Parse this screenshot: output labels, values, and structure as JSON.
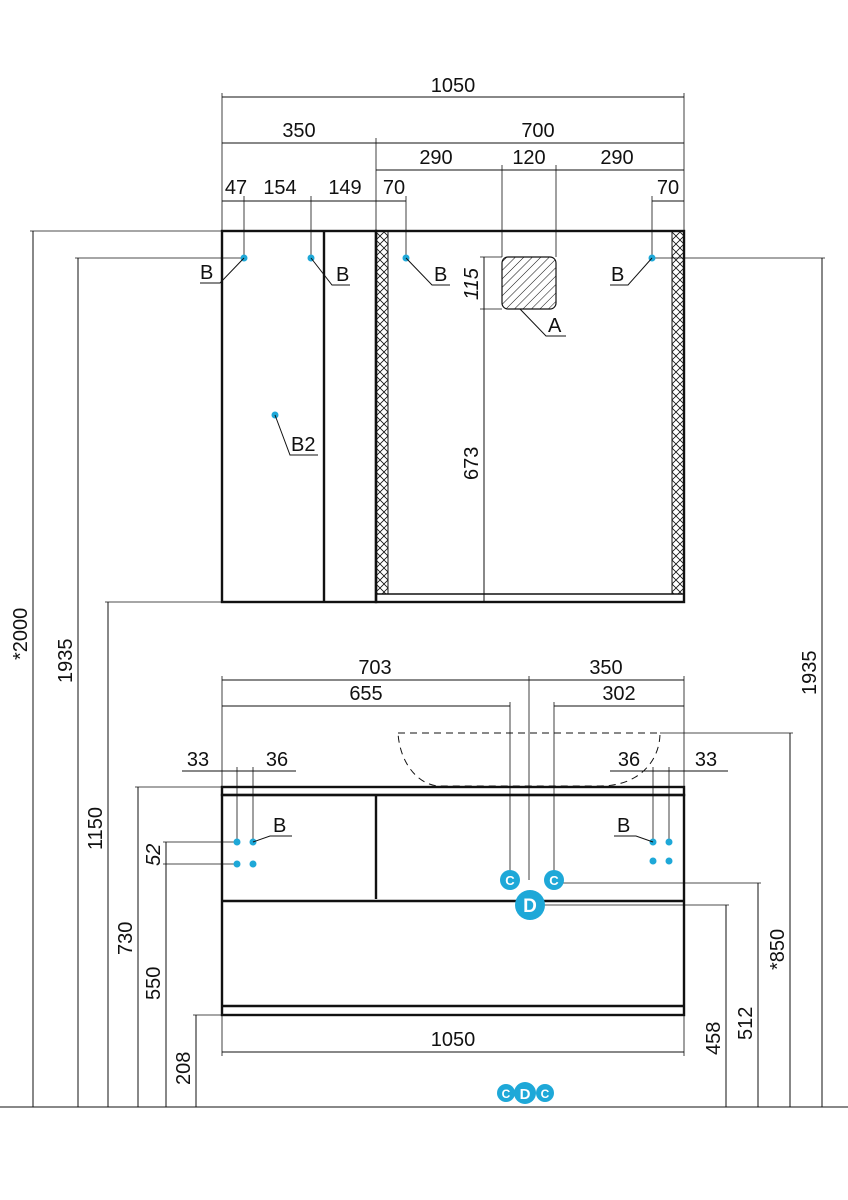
{
  "top_dims": {
    "overall": "1050",
    "left_module": "350",
    "right_module": "700",
    "right_side_a": "290",
    "right_center": "120",
    "right_side_b": "290",
    "left_a": "47",
    "left_b": "154",
    "left_c": "149",
    "right_in_a": "70",
    "right_in_b": "70",
    "socket_h": "115",
    "socket_height_from_bottom": "673",
    "total_height": "*2000",
    "mount_left": "1935",
    "mount_right": "1935",
    "mirror_bottom": "1150"
  },
  "bottom_dims": {
    "left_703": "703",
    "left_655": "655",
    "right_350": "350",
    "right_302": "302",
    "left_33": "33",
    "left_36": "36",
    "right_36": "36",
    "right_33": "33",
    "width": "1050",
    "h_730": "730",
    "h_550": "550",
    "h_208": "208",
    "h_52": "52",
    "h_850": "*850",
    "h_512": "512",
    "h_458": "458"
  },
  "labels": {
    "b": "B",
    "b2": "B2",
    "a": "A",
    "c": "C",
    "d": "D"
  },
  "colors": {
    "accent": "#1ea8d8",
    "line": "#111111"
  }
}
